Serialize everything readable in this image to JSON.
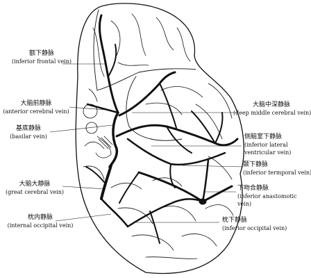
{
  "labels": {
    "inferior_frontal": {
      "zh": "额下静脉",
      "en": "(inferior frontal vein)"
    },
    "anterior_cerebral": {
      "zh": "大脑前静脉",
      "en": "(anterior cerebral vein)"
    },
    "basilar": {
      "zh": "基底静脉",
      "en": "(basilar vein)"
    },
    "great_cerebral": {
      "zh": "大脑大静脉",
      "en": "(great cerebral vein)"
    },
    "internal_occipital": {
      "zh": "枕内静脉",
      "en": "(internal occipital vein)"
    },
    "deep_middle_cerebral": {
      "zh": "大脑中深静脉",
      "en": "(deep middle cerebral vein)"
    },
    "inferior_lateral_ventricular": {
      "zh": "侧脑室下静脉",
      "en1": "(inferior lateral",
      "en2": "ventricular vein)"
    },
    "inferior_temporal": {
      "zh": "颞下静脉",
      "en": "(inferior termporal vein)"
    },
    "inferior_anastomotic": {
      "zh": "下吻合静脉",
      "en1": "(inferior anastomotic",
      "en2": "vein)"
    },
    "inferior_occipital": {
      "zh": "枕下静脉",
      "en": "(inferior occipital vein)"
    }
  },
  "colors": {
    "ink": "#111111",
    "background": "#ffffff"
  }
}
